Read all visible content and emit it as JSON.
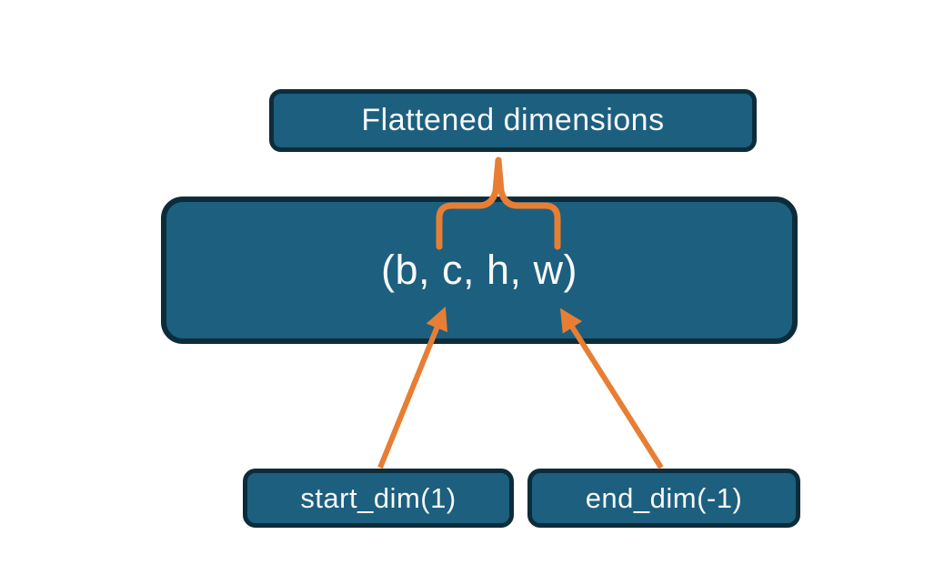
{
  "diagram": {
    "top_box": {
      "label": "Flattened dimensions"
    },
    "main_box": {
      "label": "(b, c, h, w)"
    },
    "start_box": {
      "label": "start_dim(1)"
    },
    "end_box": {
      "label": "end_dim(-1)"
    },
    "colors": {
      "box_fill": "#1D5F7F",
      "box_border": "#0D2C3B",
      "connector_orange": "#E87E33",
      "text": "#F7F9F9",
      "background": "#FFFFFF"
    }
  }
}
